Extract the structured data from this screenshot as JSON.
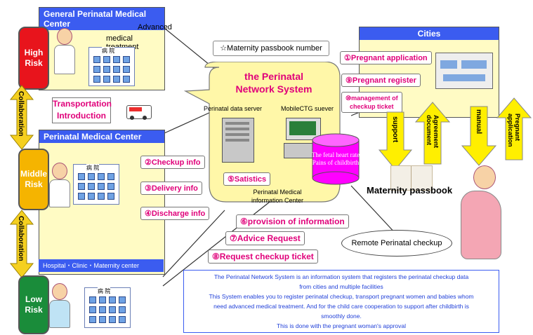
{
  "general_center": {
    "title": "General Perinatal Medical Center",
    "subtitle_1": "Advanced",
    "subtitle_2": "medical treatment"
  },
  "perinatal_center": {
    "title": "Perinatal Medical Center"
  },
  "hospital_bar": {
    "label": "Hospital・Clinic・Maternity center"
  },
  "risk_levels": {
    "high": {
      "line1": "High",
      "line2": "Risk"
    },
    "middle": {
      "line1": "Middle",
      "line2": "Risk"
    },
    "low": {
      "line1": "Low",
      "line2": "Risk"
    }
  },
  "collaboration_label": "Collaboration",
  "transportation": {
    "line1": "Transportation",
    "line2": "Introduction"
  },
  "hospital_sign": "病 院",
  "maternity_passbook_number": "☆Maternity passbook number",
  "network_system": {
    "line1": "the Perinatal",
    "line2": "Network System"
  },
  "servers": {
    "data": "Perinatal data server",
    "ctg": "MobileCTG suever"
  },
  "cylinder": {
    "line1": "The fetal heart rate",
    "line2": "Pains of childbirth"
  },
  "info_center": {
    "line1": "Perinatal Medical",
    "line2": "information Center"
  },
  "left_items": [
    "②Checkup info",
    "③Delivery info",
    "④Discharge info"
  ],
  "statistics": "⑤Satistics",
  "bottom_items": [
    "⑥provision of information",
    "⑦Advice Request",
    "⑧Request checkup ticket"
  ],
  "cities": {
    "title": "Cities",
    "items": [
      "①Pregnant application",
      "⑨Pregnant register",
      "⑩management of",
      "checkup ticket"
    ]
  },
  "arrows": [
    "support",
    "Agreement document",
    "manual",
    "Pregnant application"
  ],
  "maternity_passbook": "Maternity passbook",
  "remote_checkup": "Remote Perinatal checkup",
  "description": [
    "The Perinatal Network System is an information system that registers the perinatal checkup data",
    "from cities and multiple facilities",
    "This System enables you to register perinatal checkup, transport pregnant women and babies whom",
    "need advanced medical treatment.  And for the child care cooperation  to support  after childbirth is",
    "smoothly done.",
    "This is done with the pregnant woman's approval"
  ],
  "colors": {
    "header_blue": "#3b5cf0",
    "high_risk": "#e8141c",
    "middle_risk": "#f5b400",
    "low_risk": "#1a8c3a",
    "accent_pink": "#e0007a",
    "bubble_yellow": "#fff7a8",
    "cylinder_magenta": "#ff00ff"
  }
}
